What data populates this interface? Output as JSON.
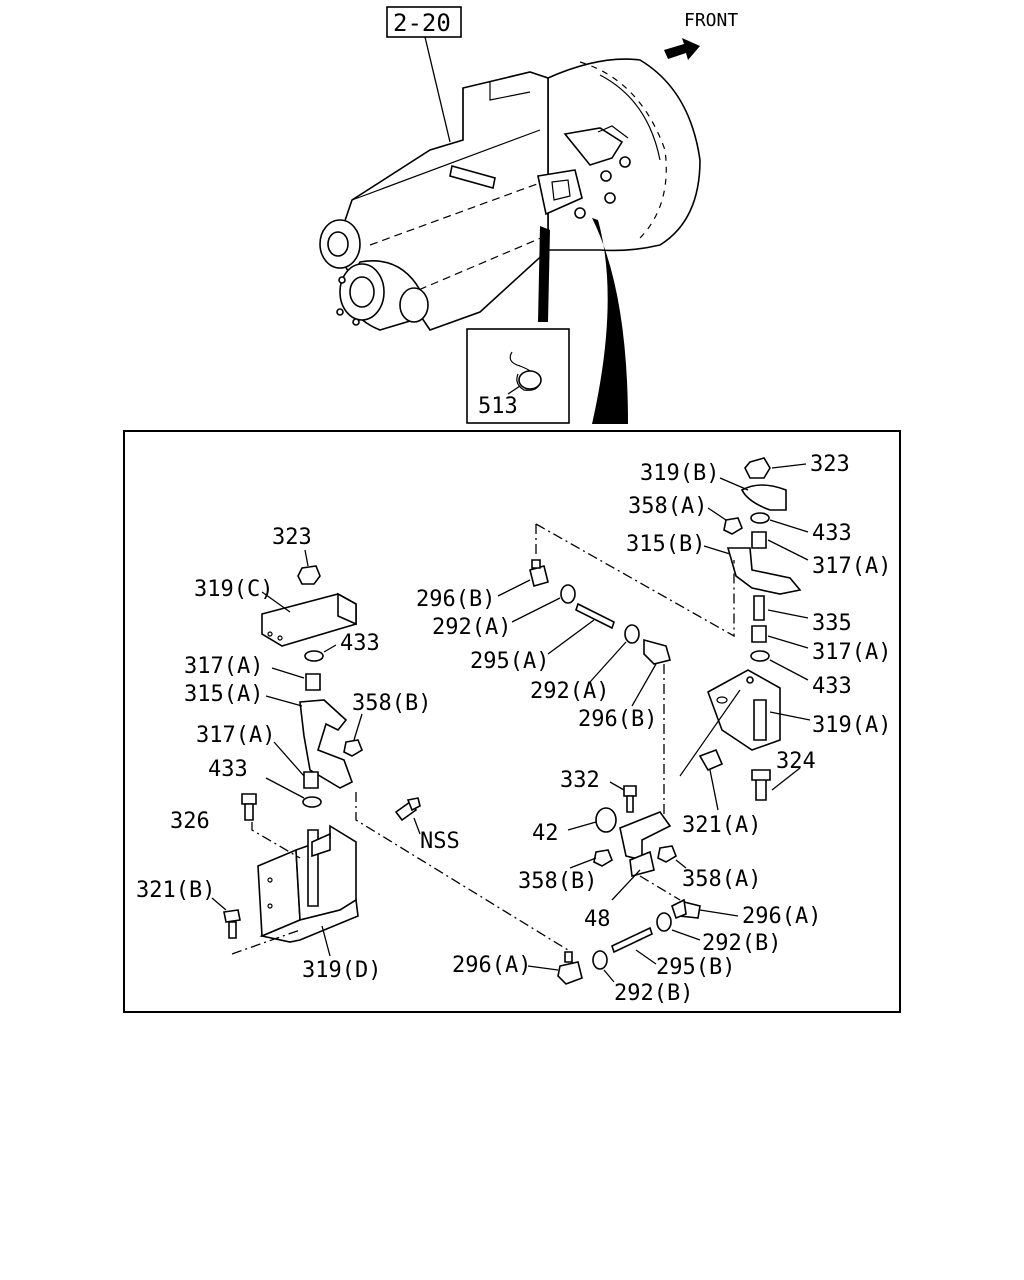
{
  "ref_box": "2-20",
  "front_label": "FRONT",
  "detail_part": "513",
  "labels": {
    "p323_top": "323",
    "p319B": "319(B)",
    "p358A_top": "358(A)",
    "p433_r1": "433",
    "p315B": "315(B)",
    "p317A_r1": "317(A)",
    "p335": "335",
    "p317A_r2": "317(A)",
    "p433_r2": "433",
    "p319A": "319(A)",
    "p324": "324",
    "p321A": "321(A)",
    "p323_left": "323",
    "p319C": "319(C)",
    "p433_l1": "433",
    "p317A_l1": "317(A)",
    "p315A": "315(A)",
    "p358B_l": "358(B)",
    "p317A_l2": "317(A)",
    "p433_l2": "433",
    "p326": "326",
    "pNSS": "NSS",
    "p321B": "321(B)",
    "p319D": "319(D)",
    "p296B_1": "296(B)",
    "p292A_1": "292(A)",
    "p295A": "295(A)",
    "p292A_2": "292(A)",
    "p296B_2": "296(B)",
    "p332": "332",
    "p42": "42",
    "p358B_c": "358(B)",
    "p358A_c": "358(A)",
    "p48": "48",
    "p296A_r": "296(A)",
    "p292B_r": "292(B)",
    "p295B": "295(B)",
    "p296A_b": "296(A)",
    "p292B_b": "292(B)"
  }
}
